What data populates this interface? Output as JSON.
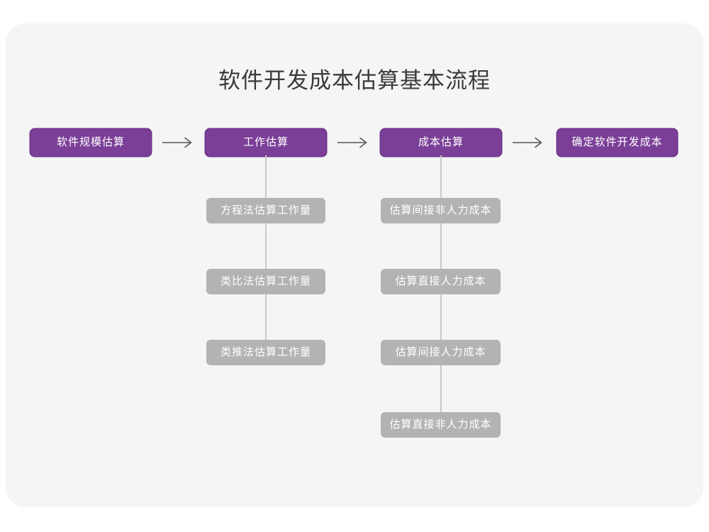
{
  "page": {
    "title": "软件开发成本估算基本流程",
    "background_color": "#ffffff",
    "card_color": "#f5f5f5",
    "accent_color": "#7b3f98",
    "secondary_color": "#b3b3b3",
    "connector_color": "#c9c9c9",
    "arrow_color": "#555555"
  },
  "flow": {
    "main_steps": [
      {
        "label": "软件规模估算"
      },
      {
        "label": "工作估算"
      },
      {
        "label": "成本估算"
      },
      {
        "label": "确定软件开发成本"
      }
    ],
    "arrows": [
      {
        "name": "arrow-1",
        "direction": "right"
      },
      {
        "name": "arrow-2",
        "direction": "right"
      },
      {
        "name": "arrow-3",
        "direction": "right"
      }
    ],
    "sub_steps_work": [
      {
        "label": "方程法估算工作量"
      },
      {
        "label": "类比法估算工作量"
      },
      {
        "label": "类推法估算工作量"
      }
    ],
    "sub_steps_cost": [
      {
        "label": "估算间接非人力成本"
      },
      {
        "label": "估算直接人力成本"
      },
      {
        "label": "估算间接人力成本"
      },
      {
        "label": "估算直接非人力成本"
      }
    ]
  }
}
